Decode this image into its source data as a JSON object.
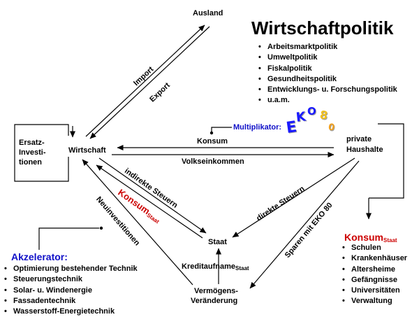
{
  "title": "Wirtschaftpolitik",
  "politics": [
    "Arbeitsmarktpolitik",
    "Umweltpolitik",
    "Fiskalpolitik",
    "Gesundheitspolitik",
    "Entwicklungs- u. Forschungspolitik",
    "u.a.m."
  ],
  "nodes": {
    "ausland": "Ausland",
    "wirtschaft": "Wirtschaft",
    "ersatz_l1": "Ersatz-",
    "ersatz_l2": "Investi-",
    "ersatz_l3": "tionen",
    "haushalte_l1": "private",
    "haushalte_l2": "Haushalte",
    "staat": "Staat",
    "kredit": "Kreditaufname",
    "kredit_sub": "Staat",
    "vermoegen_l1": "Vermögens-",
    "vermoegen_l2": "Veränderung"
  },
  "flows": {
    "import": "Import",
    "export": "Export",
    "konsum": "Konsum",
    "volkseinkommen": "Volkseinkommen",
    "indirekte": "indirekte Steuern",
    "konsum_staat": "Konsum",
    "konsum_staat_sub": "Staat",
    "neuinvestitionen": "Neuinvestitionen",
    "direkte": "direkte Steuern",
    "sparen": "Sparen mit EKO 80"
  },
  "multiplikator": {
    "label": "Multiplikator:",
    "letters": [
      "E",
      "K",
      "O",
      "8",
      "0"
    ],
    "colors": [
      "#1a1aff",
      "#1a1aff",
      "#1a1aff",
      "#f0c020",
      "#f0a020"
    ]
  },
  "akzelerator": {
    "title": "Akzelerator:",
    "items": [
      "Optimierung bestehender Technik",
      "Steuerungstechnik",
      "Solar- u. Windenergie",
      "Fassadentechnik",
      "Wasserstoff-Energietechnik"
    ]
  },
  "konsum_staat_box": {
    "title": "Konsum",
    "title_sub": "Staat",
    "items": [
      "Schulen",
      "Krankenhäuser",
      "Altersheime",
      "Gefängnisse",
      "Universitäten",
      "Verwaltung"
    ]
  },
  "colors": {
    "red": "#cc0000",
    "blue": "#1010c8"
  }
}
